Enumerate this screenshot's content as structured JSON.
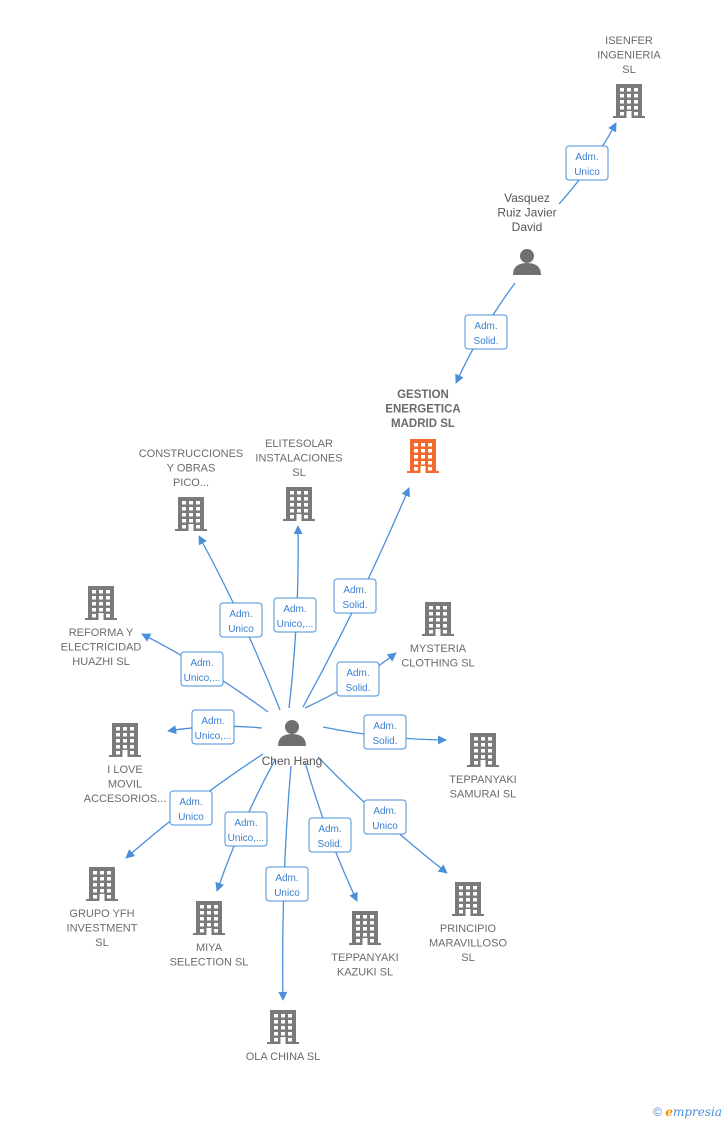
{
  "colors": {
    "edge": "#4a8fd9",
    "building": "#7a7a7a",
    "focus_building": "#f26a2e",
    "person": "#707070",
    "label": "#6b6b6b"
  },
  "nodes": [
    {
      "id": "isenfer",
      "type": "company",
      "lines": [
        "ISENFER",
        "INGENIERIA",
        "SL"
      ]
    },
    {
      "id": "vasquez",
      "type": "person",
      "lines": [
        "Vasquez",
        "Ruiz Javier",
        "David"
      ]
    },
    {
      "id": "gestion",
      "type": "company",
      "focus": true,
      "lines": [
        "GESTION",
        "ENERGETICA",
        "MADRID  SL"
      ]
    },
    {
      "id": "construcciones",
      "type": "company",
      "lines": [
        "CONSTRUCCIONES",
        "Y OBRAS",
        "PICO..."
      ]
    },
    {
      "id": "elitesolar",
      "type": "company",
      "lines": [
        "ELITESOLAR",
        "INSTALACIONES",
        "SL"
      ]
    },
    {
      "id": "reforma",
      "type": "company",
      "lines": [
        "REFORMA Y",
        "ELECTRICIDAD",
        "HUAZHI  SL"
      ]
    },
    {
      "id": "mysteria",
      "type": "company",
      "lines": [
        "MYSTERIA",
        "CLOTHING  SL"
      ]
    },
    {
      "id": "chen",
      "type": "person",
      "lines": [
        "Chen Hang"
      ]
    },
    {
      "id": "ilove",
      "type": "company",
      "lines": [
        "I LOVE",
        "MOVIL",
        "ACCESORIOS..."
      ]
    },
    {
      "id": "samurai",
      "type": "company",
      "lines": [
        "TEPPANYAKI",
        "SAMURAI SL"
      ]
    },
    {
      "id": "grupo",
      "type": "company",
      "lines": [
        "GRUPO YFH",
        "INVESTMENT",
        "SL"
      ]
    },
    {
      "id": "miya",
      "type": "company",
      "lines": [
        "MIYA",
        "SELECTION  SL"
      ]
    },
    {
      "id": "kazuki",
      "type": "company",
      "lines": [
        "TEPPANYAKI",
        "KAZUKI  SL"
      ]
    },
    {
      "id": "principio",
      "type": "company",
      "lines": [
        "PRINCIPIO",
        "MARAVILLOSO",
        "SL"
      ]
    },
    {
      "id": "olachina",
      "type": "company",
      "lines": [
        "OLA CHINA SL"
      ]
    }
  ],
  "edges": [
    {
      "from": "vasquez",
      "to": "isenfer",
      "label": [
        "Adm.",
        "Unico"
      ]
    },
    {
      "from": "vasquez",
      "to": "gestion",
      "label": [
        "Adm.",
        "Solid."
      ]
    },
    {
      "from": "chen",
      "to": "gestion",
      "label": [
        "Adm.",
        "Solid."
      ]
    },
    {
      "from": "chen",
      "to": "construcciones",
      "label": [
        "Adm.",
        "Unico"
      ]
    },
    {
      "from": "chen",
      "to": "elitesolar",
      "label": [
        "Adm.",
        "Unico,..."
      ]
    },
    {
      "from": "chen",
      "to": "reforma",
      "label": [
        "Adm.",
        "Unico,..."
      ]
    },
    {
      "from": "chen",
      "to": "mysteria",
      "label": [
        "Adm.",
        "Solid."
      ]
    },
    {
      "from": "chen",
      "to": "ilove",
      "label": [
        "Adm.",
        "Unico,..."
      ]
    },
    {
      "from": "chen",
      "to": "samurai",
      "label": [
        "Adm.",
        "Solid."
      ]
    },
    {
      "from": "chen",
      "to": "grupo",
      "label": [
        "Adm.",
        "Unico"
      ]
    },
    {
      "from": "chen",
      "to": "miya",
      "label": [
        "Adm.",
        "Unico,..."
      ]
    },
    {
      "from": "chen",
      "to": "olachina",
      "label": [
        "Adm.",
        "Unico"
      ]
    },
    {
      "from": "chen",
      "to": "kazuki",
      "label": [
        "Adm.",
        "Solid."
      ]
    },
    {
      "from": "chen",
      "to": "principio",
      "label": [
        "Adm.",
        "Unico"
      ]
    }
  ],
  "footer": {
    "copyright_symbol": "©",
    "brand_first": "e",
    "brand_rest": "mpresia"
  }
}
